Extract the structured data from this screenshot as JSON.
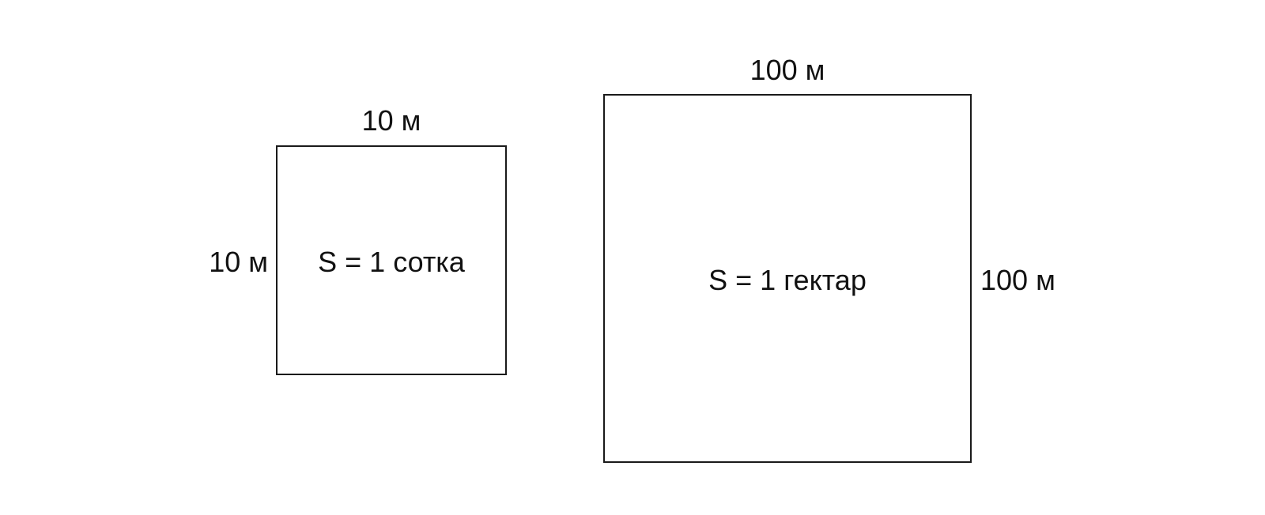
{
  "figure": {
    "small_square": {
      "top_label": "10 м",
      "side_label": "10 м",
      "area_label": "S = 1 сотка"
    },
    "large_square": {
      "top_label": "100 м",
      "side_label": "100 м",
      "area_label": "S = 1 гектар"
    },
    "colors": {
      "stroke": "#1a1a1a",
      "text": "#111111",
      "background": "#ffffff"
    }
  }
}
